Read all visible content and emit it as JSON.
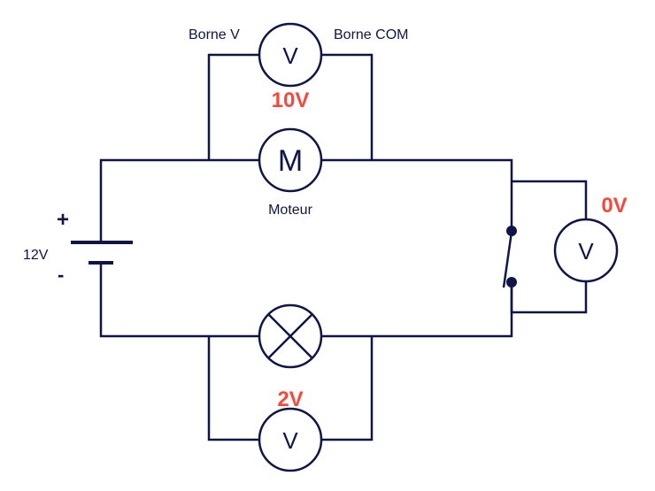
{
  "labels": {
    "borne_v": "Borne V",
    "borne_com": "Borne COM",
    "moteur": "Moteur",
    "plus": "+",
    "minus": "-",
    "battery_voltage": "12V"
  },
  "symbols": {
    "voltmeter": "V",
    "motor": "M"
  },
  "readings": {
    "motor_voltage": "10V",
    "lamp_voltage": "2V",
    "switch_voltage": "0V"
  },
  "colors": {
    "wire": "#0f1547",
    "reading": "#f44a3e"
  }
}
